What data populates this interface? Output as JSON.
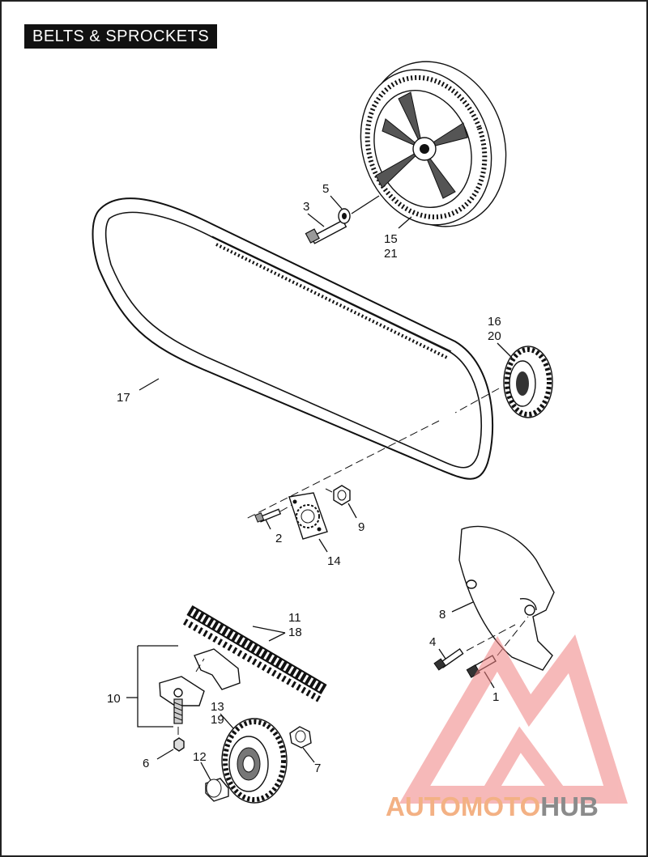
{
  "title": "BELTS & SPROCKETS",
  "callouts": {
    "c1": "1",
    "c2": "2",
    "c3": "3",
    "c4": "4",
    "c5": "5",
    "c6": "6",
    "c7": "7",
    "c8": "8",
    "c9": "9",
    "c10": "10",
    "c11": "11",
    "c12": "12",
    "c13": "13",
    "c14": "14",
    "c15": "15",
    "c16": "16",
    "c17": "17",
    "c18": "18",
    "c19": "19",
    "c20": "20",
    "c21": "21"
  },
  "watermark": {
    "part1": "AUTO",
    "part2": "MOTO",
    "part3": "HUB",
    "color_primary": "#f08080",
    "color_secondary": "#8b8b8b"
  }
}
